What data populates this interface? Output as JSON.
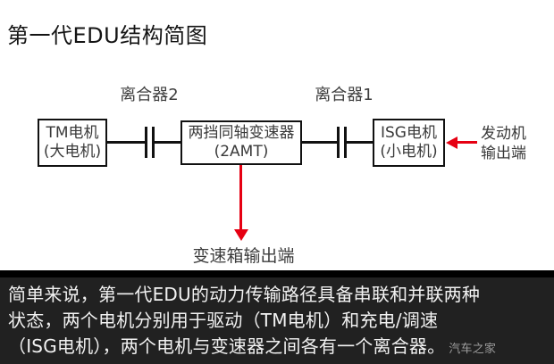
{
  "title": "第一代EDU结构简图",
  "diagram": {
    "clutch2_label": "离合器2",
    "clutch1_label": "离合器1",
    "boxes": {
      "tm": {
        "line1": "TM电机",
        "line2": "(大电机)"
      },
      "gearbox": {
        "line1": "两挡同轴变速器",
        "line2": "(2AMT)"
      },
      "isg": {
        "line1": "ISG电机",
        "line2": "(小电机)"
      }
    },
    "engine_output": {
      "line1": "发动机",
      "line2": "输出端"
    },
    "gearbox_output_label": "变速箱输出端",
    "colors": {
      "line_black": "#111111",
      "arrow_red": "#e60012"
    }
  },
  "caption": {
    "lines": [
      "简单来说，第一代EDU的动力传输路径具备串联和并联两种",
      "状态，两个电机分别用于驱动（TM电机）和充电/调速",
      "（ISG电机），两个电机与变速器之间各有一个离合器。"
    ],
    "watermark": "汽车之家",
    "colors": {
      "bar_bg": "#212121",
      "text": "#f2f2f2",
      "watermark": "#9c9c9c"
    }
  }
}
